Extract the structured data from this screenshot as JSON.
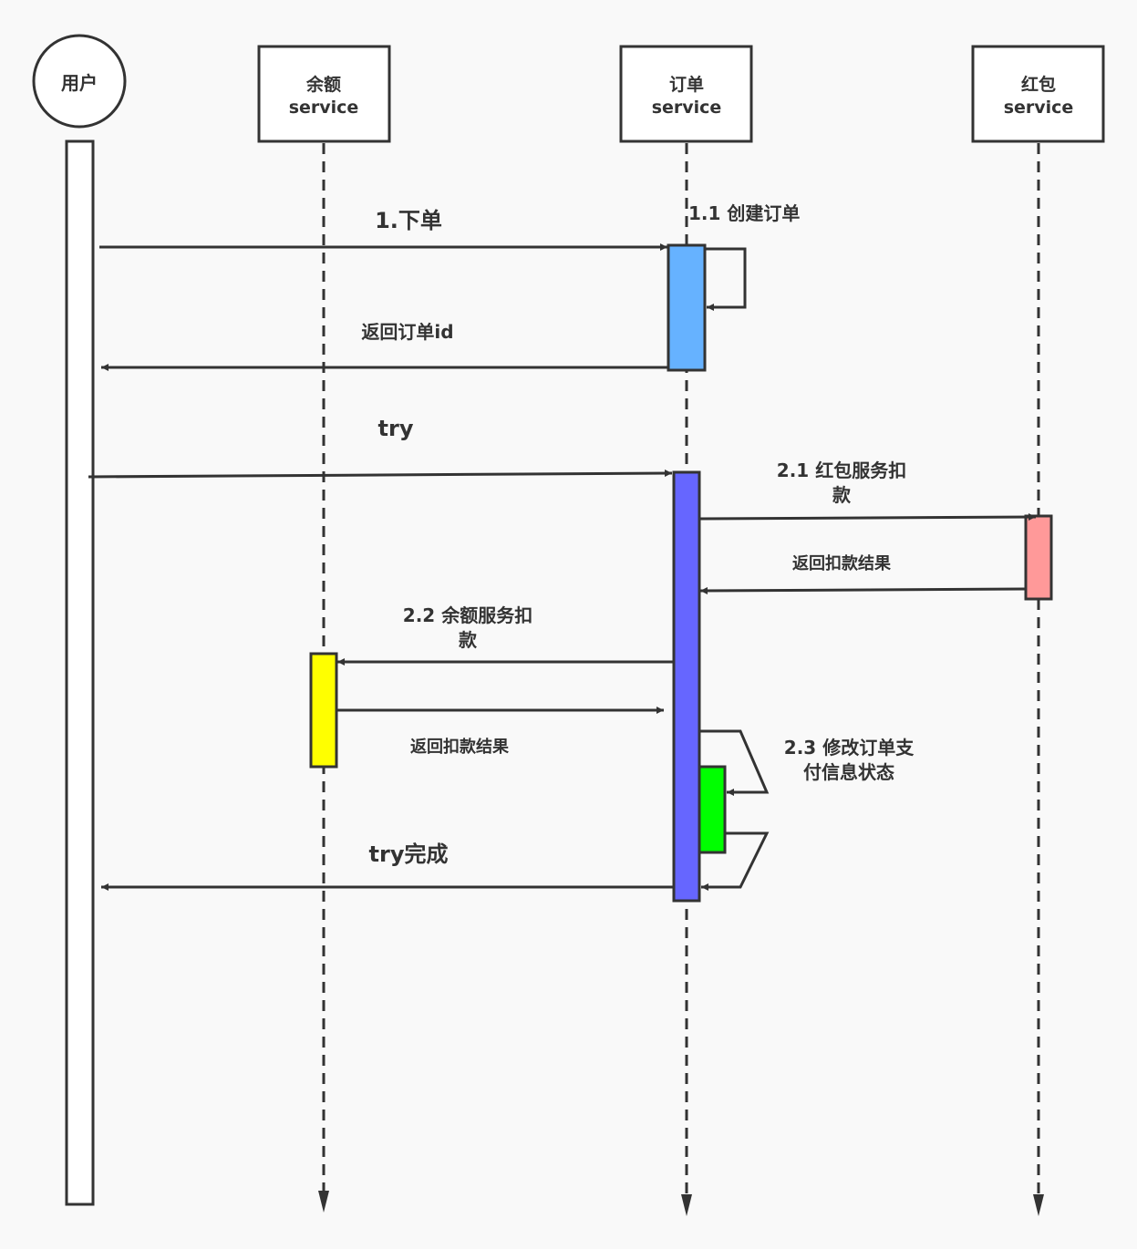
{
  "diagram": {
    "type": "sequence",
    "colors": {
      "stroke": "#333333",
      "background": "#f9f9f9",
      "order_activation_1": "#66b2ff",
      "order_activation_2": "#6666ff",
      "redpacket_activation": "#ff9999",
      "balance_activation": "#ffff00",
      "order_update_activation": "#00ff00"
    },
    "participants": [
      {
        "id": "user",
        "shape": "circle",
        "name_line1": "用户",
        "name_line2": ""
      },
      {
        "id": "balance",
        "shape": "box",
        "name_line1": "余额",
        "name_line2": "service"
      },
      {
        "id": "order",
        "shape": "box",
        "name_line1": "订单",
        "name_line2": "service"
      },
      {
        "id": "redpacket",
        "shape": "box",
        "name_line1": "红包",
        "name_line2": "service"
      }
    ],
    "messages": [
      {
        "id": "m1",
        "from": "user",
        "to": "order",
        "label_line1": "1.下单",
        "label_line2": ""
      },
      {
        "id": "m1_1",
        "from": "order",
        "to": "order",
        "label_line1": "1.1 创建订单",
        "label_line2": ""
      },
      {
        "id": "m1_r",
        "from": "order",
        "to": "user",
        "label_line1": "返回订单id",
        "label_line2": ""
      },
      {
        "id": "m2",
        "from": "user",
        "to": "order",
        "label_line1": "try",
        "label_line2": ""
      },
      {
        "id": "m2_1",
        "from": "order",
        "to": "redpacket",
        "label_line1": "2.1 红包服务扣",
        "label_line2": "款"
      },
      {
        "id": "m2_1r",
        "from": "redpacket",
        "to": "order",
        "label_line1": "返回扣款结果",
        "label_line2": ""
      },
      {
        "id": "m2_2",
        "from": "order",
        "to": "balance",
        "label_line1": "2.2 余额服务扣",
        "label_line2": "款"
      },
      {
        "id": "m2_2r",
        "from": "balance",
        "to": "order",
        "label_line1": "返回扣款结果",
        "label_line2": ""
      },
      {
        "id": "m2_3",
        "from": "order",
        "to": "order",
        "label_line1": "2.3 修改订单支",
        "label_line2": "付信息状态"
      },
      {
        "id": "m2_r",
        "from": "order",
        "to": "user",
        "label_line1": "try完成",
        "label_line2": ""
      }
    ]
  }
}
